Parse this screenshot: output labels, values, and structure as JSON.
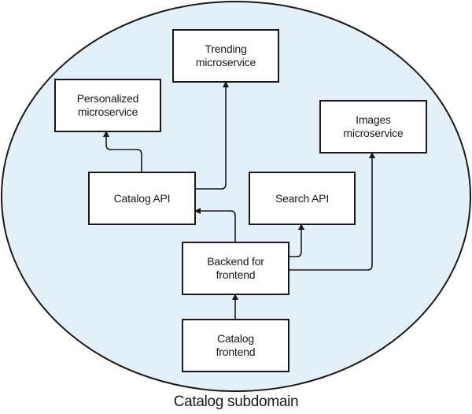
{
  "diagram": {
    "caption": "Catalog subdomain",
    "region_fill": "#E3F0F8",
    "stroke_color": "#1a1a1a",
    "nodes": {
      "trending": {
        "label": "Trending\nmicroservice"
      },
      "personalized": {
        "label": "Personalized\nmicroservice"
      },
      "images": {
        "label": "Images\nmicroservice"
      },
      "catalog_api": {
        "label": "Catalog API"
      },
      "search_api": {
        "label": "Search API"
      },
      "backend": {
        "label": "Backend for\nfrontend"
      },
      "catalog_frontend": {
        "label": "Catalog\nfrontend"
      }
    },
    "edges": [
      {
        "from": "catalog_api",
        "to": "personalized"
      },
      {
        "from": "catalog_api",
        "to": "trending"
      },
      {
        "from": "backend",
        "to": "catalog_api"
      },
      {
        "from": "backend",
        "to": "search_api"
      },
      {
        "from": "backend",
        "to": "images"
      },
      {
        "from": "catalog_frontend",
        "to": "backend"
      }
    ]
  }
}
